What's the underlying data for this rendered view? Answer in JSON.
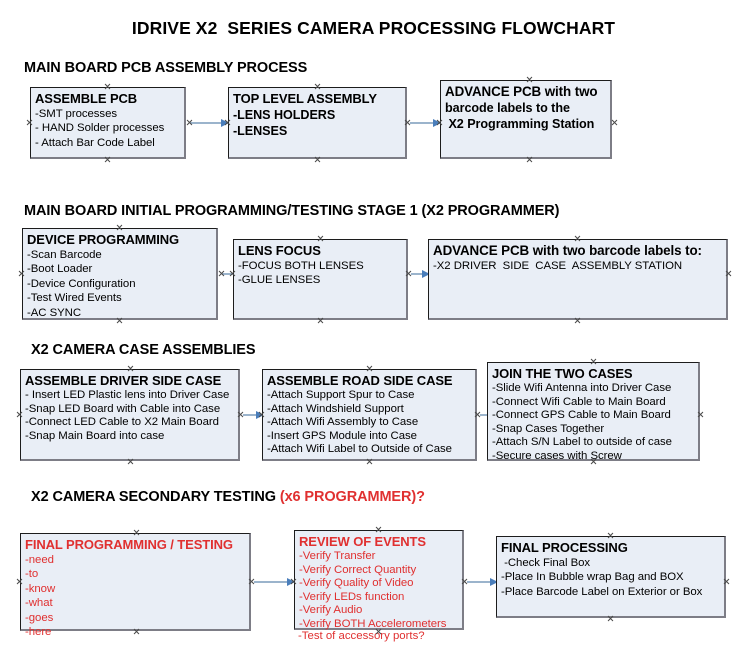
{
  "title": "IDRIVE X2  SERIES CAMERA PROCESSING FLOWCHART",
  "sections": [
    {
      "heading": "MAIN BOARD PCB ASSEMBLY PROCESS",
      "heading_red": "",
      "nodes": [
        {
          "title": "ASSEMBLE PCB",
          "lines": [
            "-SMT processes",
            "- HAND Solder processes",
            "- Attach Bar Code Label"
          ]
        },
        {
          "title": "TOP LEVEL ASSEMBLY",
          "lines": [
            "-LENS HOLDERS",
            "-LENSES"
          ]
        },
        {
          "title": "ADVANCE PCB with two",
          "lines": [
            "barcode labels to the",
            " X2 Programming Station"
          ]
        }
      ]
    },
    {
      "heading": "MAIN BOARD INITIAL PROGRAMMING/TESTING STAGE 1 (X2 PROGRAMMER)",
      "heading_red": "",
      "nodes": [
        {
          "title": "DEVICE PROGRAMMING",
          "lines": [
            "-Scan Barcode",
            "-Boot Loader",
            "-Device Configuration",
            "-Test Wired Events",
            "-AC SYNC"
          ]
        },
        {
          "title": "LENS FOCUS",
          "lines": [
            "-FOCUS BOTH LENSES",
            "-GLUE LENSES"
          ]
        },
        {
          "title": "ADVANCE PCB with two barcode labels to:",
          "lines": [
            "-X2 DRIVER  SIDE  CASE  ASSEMBLY STATION"
          ]
        }
      ]
    },
    {
      "heading": "X2 CAMERA CASE ASSEMBLIES",
      "heading_red": "",
      "nodes": [
        {
          "title": "ASSEMBLE DRIVER SIDE CASE",
          "lines": [
            "- Insert LED Plastic lens into Driver Case",
            "-Snap LED Board with Cable into Case",
            "-Connect LED Cable to X2 Main Board",
            "-Snap Main Board into case"
          ]
        },
        {
          "title": "ASSEMBLE ROAD SIDE CASE",
          "lines": [
            "-Attach Support Spur to Case",
            "-Attach Windshield Support",
            "-Attach Wifi Assembly to Case",
            "-Insert GPS Module into Case",
            "-Attach Wifi Label to Outside of Case"
          ]
        },
        {
          "title": "JOIN THE TWO CASES",
          "lines": [
            "-Slide Wifi Antenna into Driver Case",
            "-Connect Wifi Cable to Main Board",
            "-Connect GPS Cable to Main Board",
            "-Snap Cases Together",
            "-Attach S/N Label to outside of case",
            "-Secure cases with Screw"
          ]
        }
      ]
    },
    {
      "heading": "X2 CAMERA SECONDARY TESTING ",
      "heading_red": "(x6 PROGRAMMER)?",
      "nodes": [
        {
          "title": "FINAL PROGRAMMING / TESTING",
          "lines": [
            "-need",
            "-to",
            "-know",
            "-what",
            "-goes",
            "-here"
          ]
        },
        {
          "title": "REVIEW OF EVENTS",
          "lines": [
            "-Verify Transfer",
            "-Verify Correct Quantity",
            "-Verify Quality of Video",
            "-Verify LEDs function",
            "-Verify Audio",
            "-Verify BOTH Accelerometers"
          ],
          "overflow_line": "-Test of accessory ports?"
        },
        {
          "title": "FINAL PROCESSING",
          "lines": [
            " -Check Final Box",
            "-Place In Bubble wrap Bag and BOX",
            "-Place Barcode Label on Exterior or Box"
          ]
        }
      ]
    }
  ],
  "colors": {
    "node_fill": "#e9eef6",
    "node_border": "#1c1c1c",
    "node_shadow": "#7d7d86",
    "accent_red": "#e03030",
    "connector": "#9bb4cc",
    "arrowhead": "#4a7ebb"
  }
}
